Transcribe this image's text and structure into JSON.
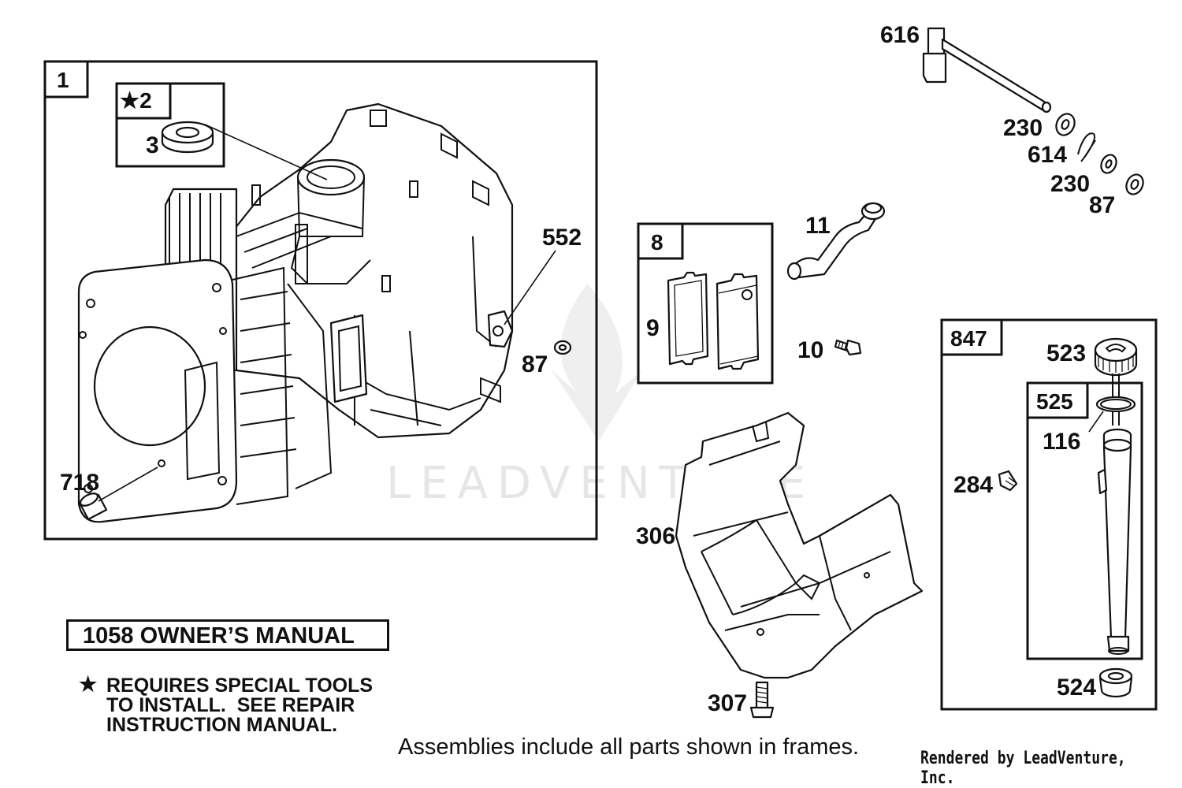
{
  "watermark": "LEADVENTURE",
  "frames": {
    "f1": "1",
    "f2": "★2",
    "f8": "8",
    "f847": "847",
    "f525": "525"
  },
  "callouts": {
    "c3": "3",
    "c552": "552",
    "c87a": "87",
    "c718": "718",
    "c616": "616",
    "c230a": "230",
    "c614": "614",
    "c230b": "230",
    "c87b": "87",
    "c11": "11",
    "c9": "9",
    "c10": "10",
    "c306": "306",
    "c307": "307",
    "c523": "523",
    "c116": "116",
    "c284": "284",
    "c524": "524"
  },
  "notes": {
    "manual": "1058 OWNER’S MANUAL",
    "star_symbol": "★",
    "star_text": "REQUIRES SPECIAL TOOLS\nTO INSTALL.  SEE REPAIR\nINSTRUCTION MANUAL.",
    "footer": "Assemblies include all parts shown in frames.",
    "rendered_by": "Rendered by LeadVenture, Inc."
  }
}
